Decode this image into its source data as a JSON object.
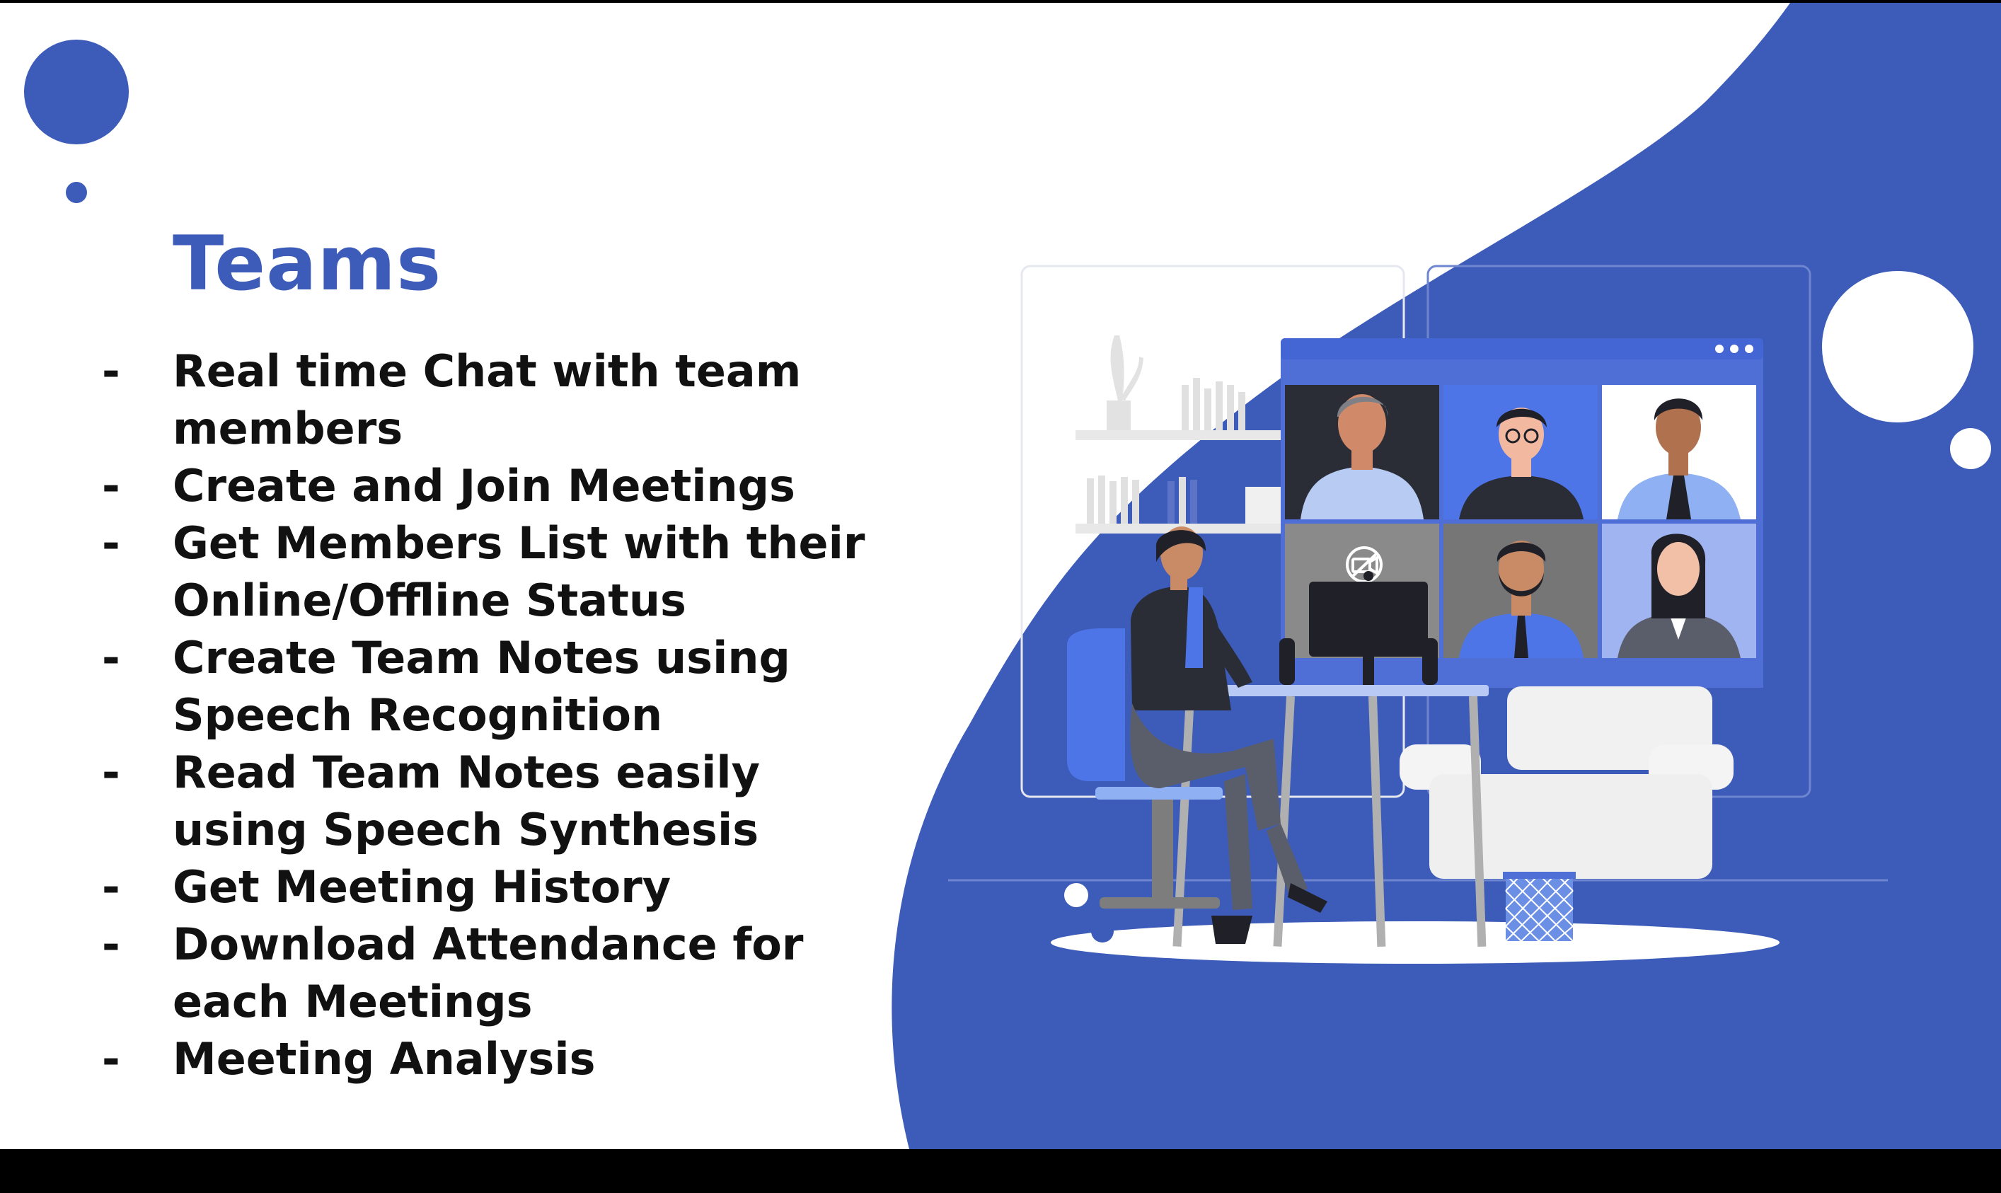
{
  "slide": {
    "title": "Teams",
    "bullet_marker": "-",
    "features": [
      "Real time Chat with team members",
      "Create and Join Meetings",
      "Get Members List with their Online/Offline Status",
      "Create Team Notes using Speech Recognition",
      "Read Team Notes easily using Speech Synthesis",
      "Get Meeting History",
      "Download Attendance for each Meetings",
      "Meeting Analysis"
    ]
  },
  "colors": {
    "accent": "#3d5cb9",
    "text": "#111111",
    "background": "#ffffff",
    "letterbox": "#000000"
  },
  "illustration": {
    "icons": [
      "video-off-icon",
      "window-menu-dots-icon",
      "plant-icon",
      "books-icon",
      "monitor-icon",
      "waste-basket-icon",
      "office-chair-icon",
      "armchair-icon"
    ]
  }
}
